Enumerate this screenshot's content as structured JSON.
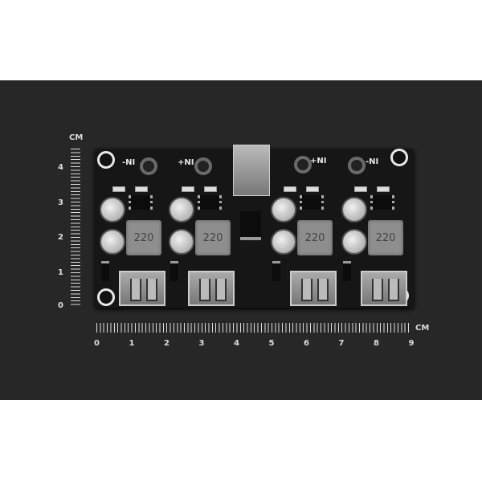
{
  "ruler": {
    "unit": "CM",
    "vertical_ticks": [
      "4",
      "3",
      "2",
      "1",
      "0"
    ],
    "horizontal_ticks": [
      "0",
      "1",
      "2",
      "3",
      "4",
      "5",
      "6",
      "7",
      "8",
      "9"
    ]
  },
  "board": {
    "pad_labels": [
      "-NI",
      "+NI",
      "+NI",
      "-NI"
    ],
    "modules": [
      {
        "inductor": "220"
      },
      {
        "inductor": "220"
      },
      {
        "inductor": "220"
      },
      {
        "inductor": "220"
      }
    ]
  }
}
